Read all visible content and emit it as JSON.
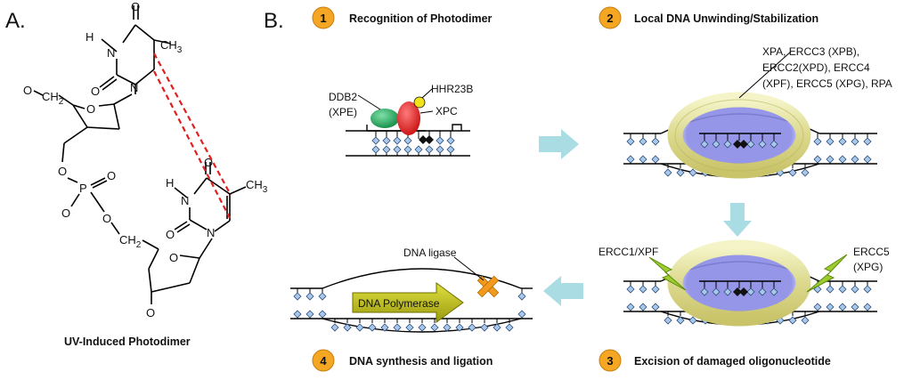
{
  "panel_a": {
    "label": "A.",
    "caption": "UV-Induced Photodimer",
    "atoms": {
      "o_top1": "O",
      "n_h1": "H",
      "n1": "N",
      "ch3_1": "CH",
      "ch3_1_sub": "3",
      "o_left1": "O",
      "n2": "N",
      "o_5prime": "O",
      "ch2_1": "CH",
      "ch2_1_sub": "2",
      "o_ring1": "O",
      "o_link1": "O",
      "p": "P",
      "o_p_right": "O",
      "o_p_left": "O",
      "o_link2": "O",
      "ch2_2": "CH",
      "ch2_2_sub": "2",
      "o_ring2": "O",
      "o_3prime": "O",
      "o_top2": "O",
      "n_h2": "H",
      "n3": "N",
      "ch3_2": "CH",
      "ch3_2_sub": "3",
      "o_left2": "O",
      "n4": "N"
    }
  },
  "panel_b": {
    "label": "B.",
    "steps": [
      {
        "num": "1",
        "title": "Recognition of Photodimer"
      },
      {
        "num": "2",
        "title": "Local DNA Unwinding/Stabilization"
      },
      {
        "num": "3",
        "title": "Excision of damaged oligonucleotide"
      },
      {
        "num": "4",
        "title": "DNA synthesis and ligation"
      }
    ],
    "step1_labels": {
      "ddb2_line1": "DDB2",
      "ddb2_line2": "(XPE)",
      "hhr23b": "HHR23B",
      "xpc": "XPC"
    },
    "step2_labels": {
      "line1": "XPA, ERCC3 (XPB),",
      "line2": "ERCC2(XPD), ERCC4",
      "line3": "(XPF), ERCC5 (XPG), RPA"
    },
    "step3_labels": {
      "left": "ERCC1/XPF",
      "right_line1": "ERCC5",
      "right_line2": "(XPG)"
    },
    "step4_labels": {
      "ligase": "DNA ligase",
      "polymerase": "DNA Polymerase"
    }
  },
  "colors": {
    "step_badge": "#f5a623",
    "ring": "#e0e0a0",
    "ring_glow": "#8a8ae6",
    "arrow": "#a9dde3",
    "dimer_dash": "#e02020",
    "ddb2": "#1fa35a",
    "xpc": "#e81c1c",
    "hhr23b": "#f2e21a",
    "polymerase": "#b8b800",
    "ligase": "#f39a1e",
    "base": "#a9c7ea",
    "lightning": "#9ccc2e"
  }
}
